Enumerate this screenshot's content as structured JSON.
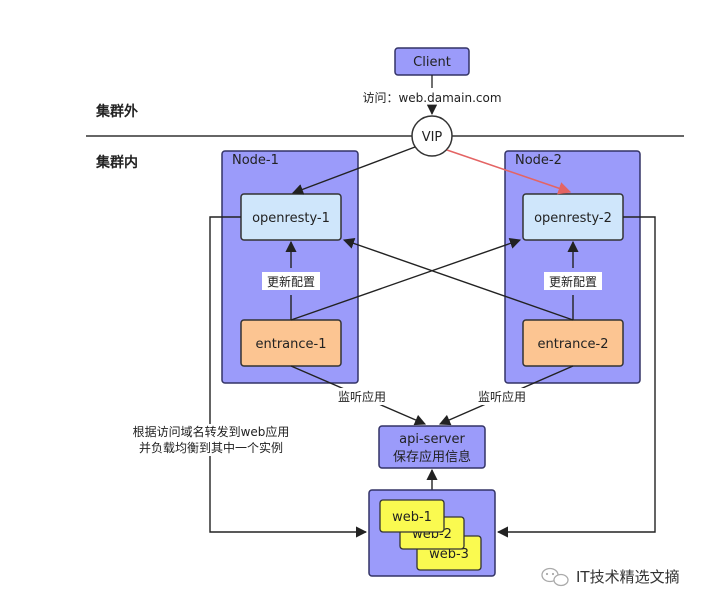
{
  "zones": {
    "outside": "集群外",
    "inside": "集群内"
  },
  "client": "Client",
  "access_label": "访问：web.damain.com",
  "vip": "VIP",
  "nodes": [
    {
      "title": "Node-1",
      "openresty": "openresty-1",
      "update_label": "更新配置",
      "entrance": "entrance-1"
    },
    {
      "title": "Node-2",
      "openresty": "openresty-2",
      "update_label": "更新配置",
      "entrance": "entrance-2"
    }
  ],
  "watch_label_left": "监听应用",
  "watch_label_right": "监听应用",
  "api_server": {
    "line1": "api-server",
    "line2": "保存应用信息"
  },
  "route_note": {
    "line1": "根据访问域名转发到web应用",
    "line2": "并负载均衡到其中一个实例"
  },
  "web_instances": [
    "web-1",
    "web-2",
    "web-3"
  ],
  "watermark": "IT技术精选文摘",
  "colors": {
    "node_fill": "#9b9bfa",
    "node_stroke": "#333366",
    "openresty_fill": "#cfe6fb",
    "entrance_fill": "#fcc592",
    "client_fill": "#9b9bfa",
    "web_fill": "#fafa50",
    "arrow": "#222222",
    "highlight_arrow": "#e46464"
  }
}
